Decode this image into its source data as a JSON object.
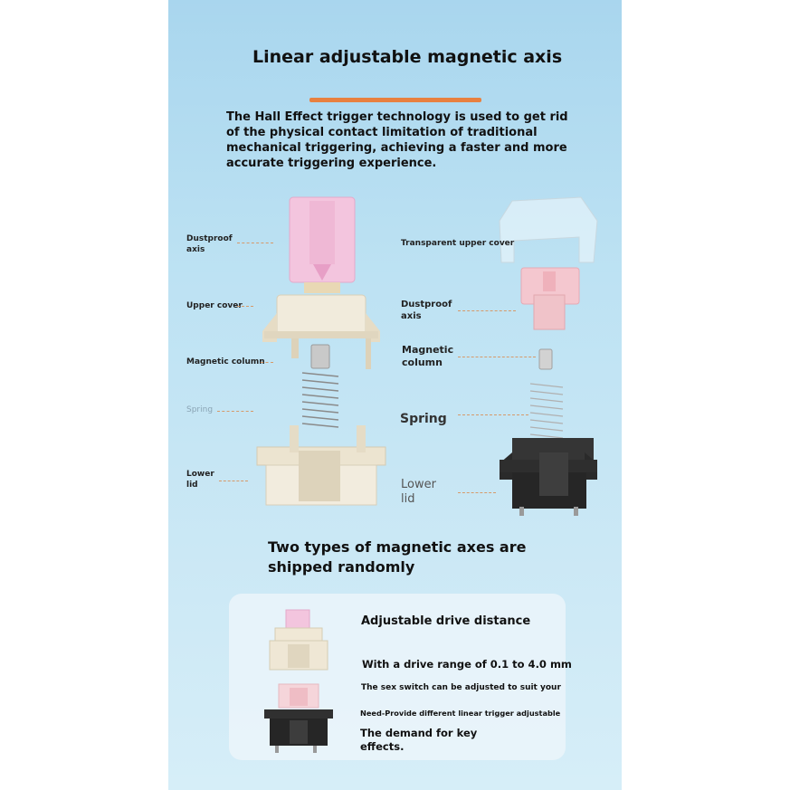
{
  "title": "Linear adjustable magnetic axis",
  "intro": "The Hall Effect trigger technology is used to get rid of the physical contact limitation of traditional mechanical triggering, achieving a faster and more accurate triggering experience.",
  "left_labels": {
    "dustproof": "Dustproof axis",
    "upper_cover": "Upper cover",
    "magnetic_column": "Magnetic column",
    "spring": "Spring",
    "lower_lid": "Lower lid"
  },
  "right_labels": {
    "transparent_cover": "Transparent upper cover",
    "dustproof": "Dustproof axis",
    "magnetic_column": "Magnetic column",
    "spring": "Spring",
    "lower_lid": "Lower lid"
  },
  "section_title": "Two types of magnetic axes are shipped randomly",
  "card": {
    "heading": "Adjustable drive distance",
    "range": "With a drive range of 0.1 to 4.0 mm",
    "line1": "The sex switch can be adjusted to suit your",
    "line2": "Need-Provide different linear trigger adjustable",
    "line3": "The demand for key effects."
  },
  "colors": {
    "accent": "#e8803f",
    "stem_pink": "#f3c5de",
    "housing_cream": "#eee6d4",
    "housing_black": "#2b2b2b",
    "bg_blue": "#bde2f3"
  }
}
